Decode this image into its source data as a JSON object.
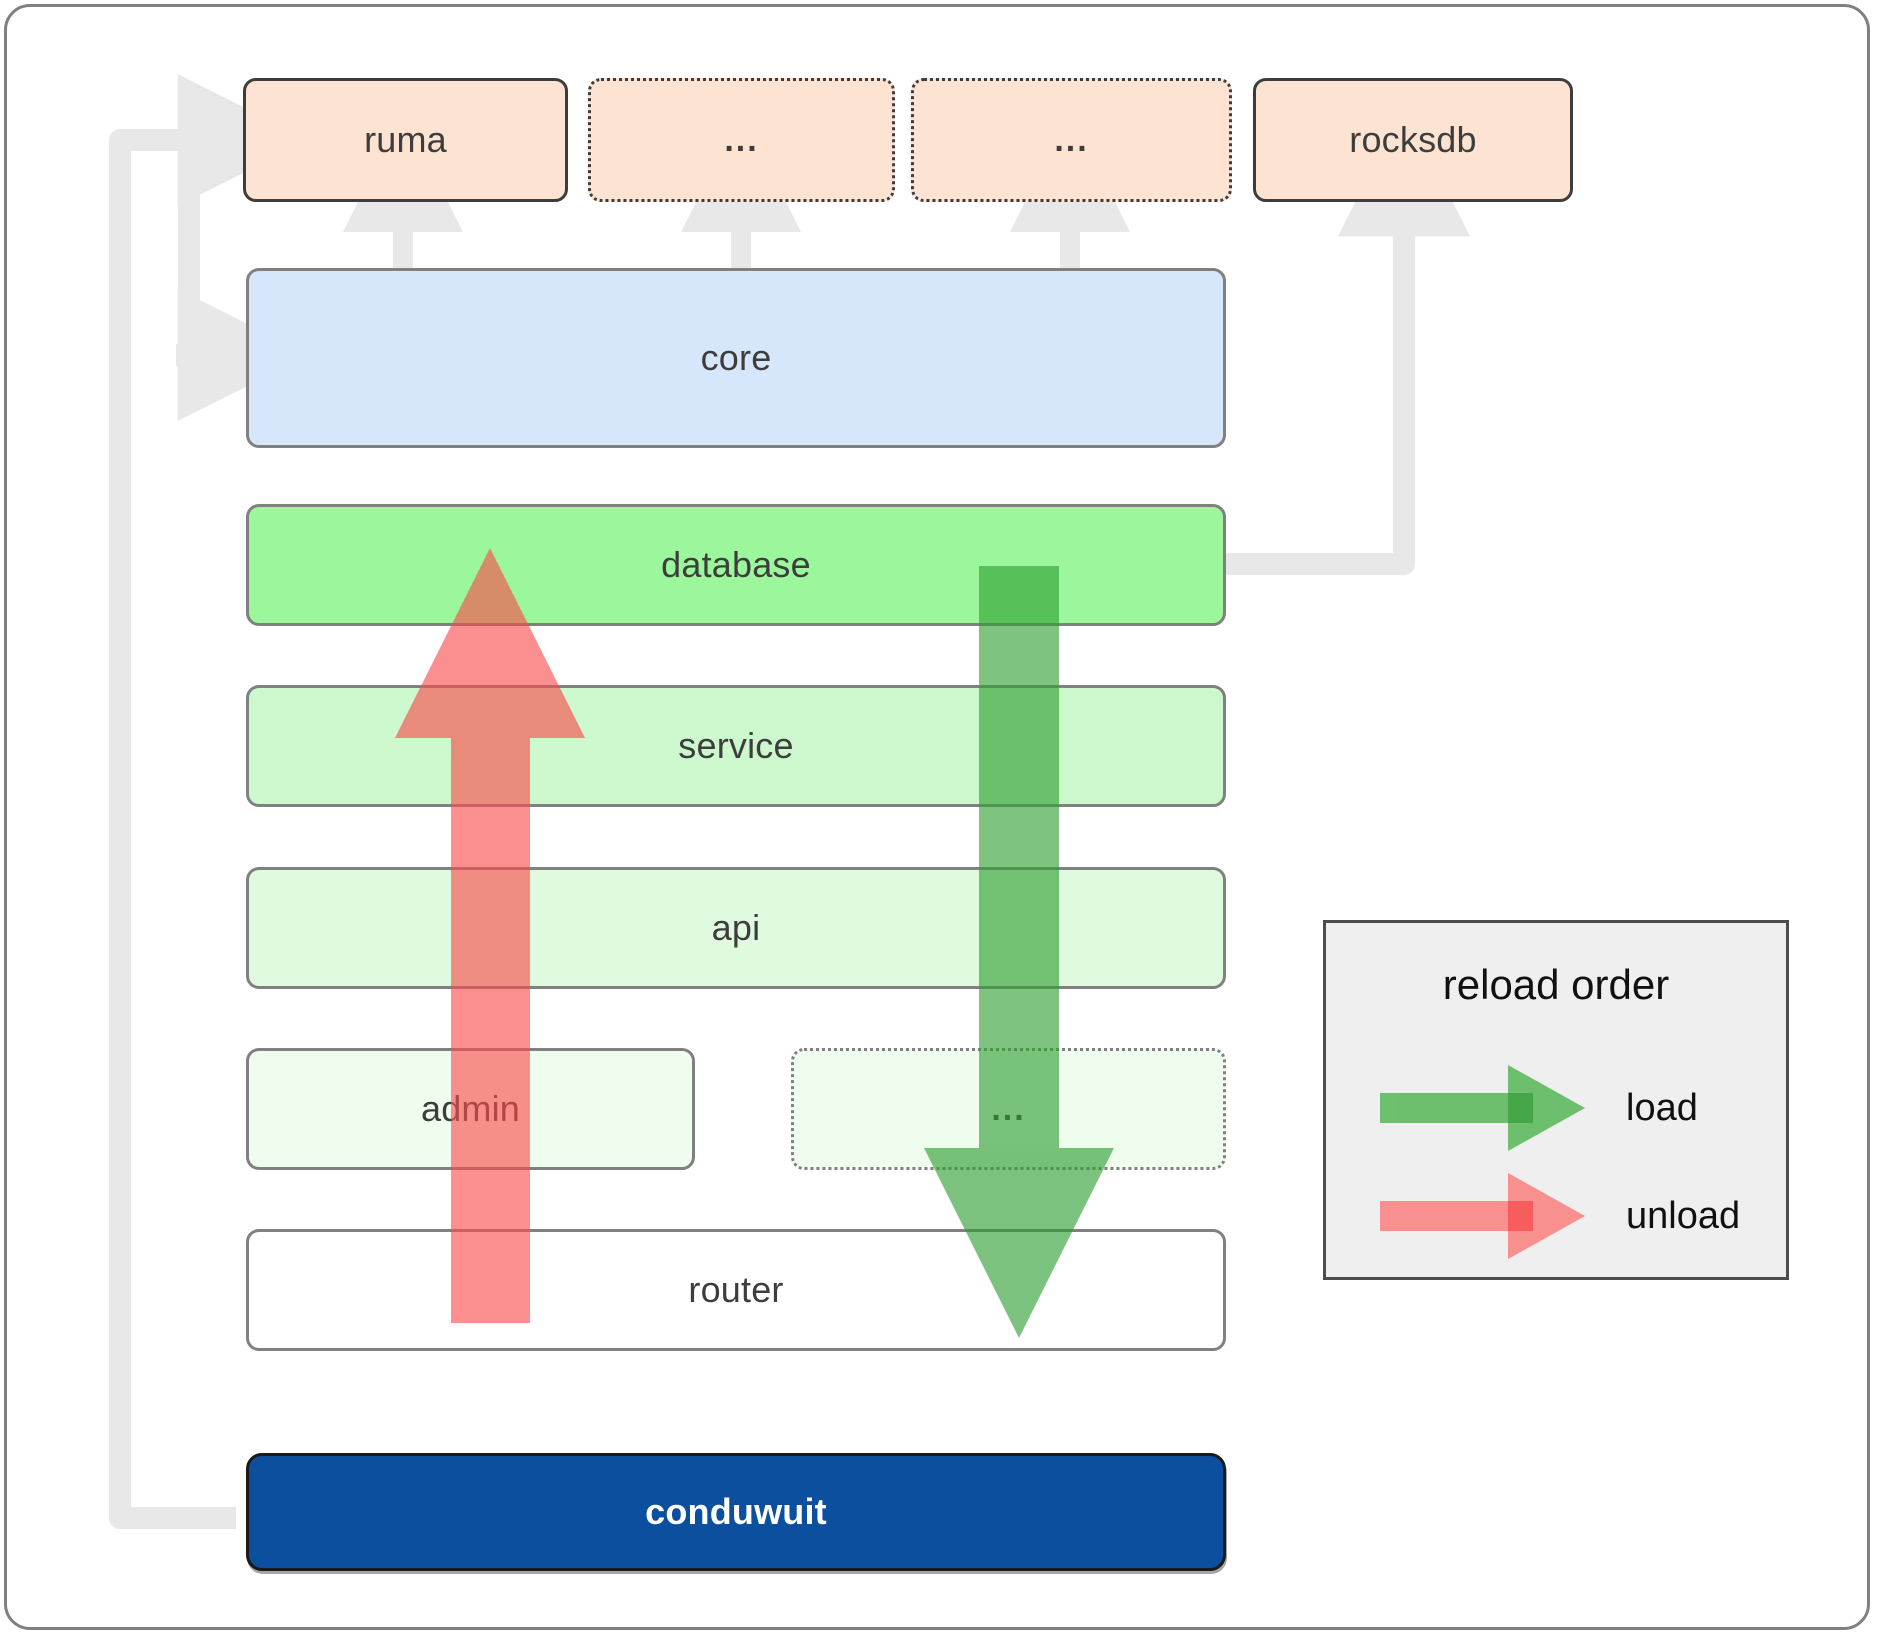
{
  "diagram": {
    "title": "conduwuit crate dependency and reload order diagram",
    "dependencies": [
      {
        "id": "ruma",
        "label": "ruma",
        "style": "solid"
      },
      {
        "id": "dep-a",
        "label": "...",
        "style": "dotted"
      },
      {
        "id": "dep-b",
        "label": "...",
        "style": "dotted"
      },
      {
        "id": "rocksdb",
        "label": "rocksdb",
        "style": "solid"
      }
    ],
    "layers": [
      {
        "id": "core",
        "label": "core",
        "style": "solid",
        "fill": "#d6e7fb"
      },
      {
        "id": "database",
        "label": "database",
        "style": "solid",
        "fill": "#9cf79c"
      },
      {
        "id": "service",
        "label": "service",
        "style": "solid",
        "fill": "#cdf8cd"
      },
      {
        "id": "api",
        "label": "api",
        "style": "solid",
        "fill": "#e0fae0"
      },
      {
        "id": "admin",
        "label": "admin",
        "style": "solid",
        "fill": "#effdef"
      },
      {
        "id": "layer-x",
        "label": "...",
        "style": "dotted",
        "fill": "#effdef"
      },
      {
        "id": "router",
        "label": "router",
        "style": "solid",
        "fill": "#ffffff"
      }
    ],
    "binary": {
      "id": "conduwuit",
      "label": "conduwuit"
    },
    "legend": {
      "title": "reload order",
      "items": [
        {
          "id": "load",
          "label": "load",
          "color": "#5cb85c"
        },
        {
          "id": "unload",
          "label": "unload",
          "color": "#fa8383"
        }
      ]
    },
    "colors": {
      "dependency_fill": "#fde3d2",
      "dependency_stroke": "#3d3d3d",
      "layer_stroke": "#808080",
      "brand_fill": "#0b4f9e",
      "connector": "#e8e8e8",
      "load_arrow": "#4caf50",
      "unload_arrow": "#fa8383",
      "legend_bg": "#efefef"
    }
  }
}
